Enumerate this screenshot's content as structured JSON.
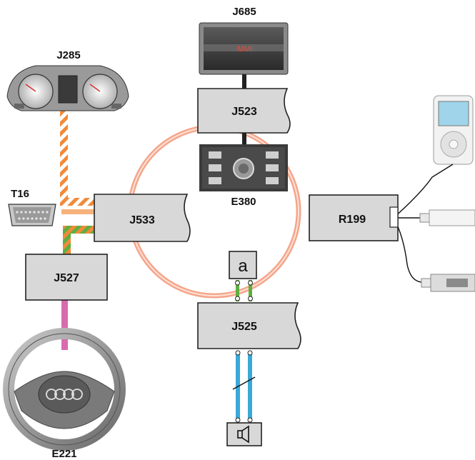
{
  "labels": {
    "j685": "J685",
    "j523": "J523",
    "e380": "E380",
    "j285": "J285",
    "t16": "T16",
    "j533": "J533",
    "r199": "R199",
    "j527": "J527",
    "j525": "J525",
    "e221": "E221"
  },
  "display_text": "MMI",
  "tuner_symbol": "a",
  "colors": {
    "ring": "#f4a68c",
    "can_orange": "#f28a3a",
    "can_green": "#5fae3f",
    "lin_pink": "#d86bb0",
    "fiber_blue": "#3aa8d8",
    "box_fill": "#d8d8d8"
  }
}
